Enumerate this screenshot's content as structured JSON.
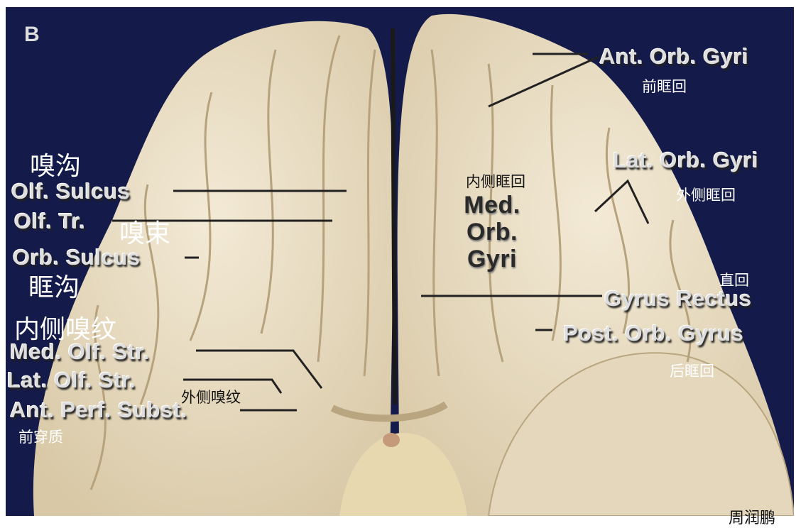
{
  "panel_letter": "B",
  "labels_en": {
    "ant_orb_gyri": "Ant. Orb. Gyri",
    "lat_orb_gyri": "Lat. Orb. Gyri",
    "med_orb_gyri": [
      "Med.",
      "Orb.",
      "Gyri"
    ],
    "gyrus_rectus": "Gyrus Rectus",
    "post_orb_gyrus": "Post. Orb. Gyrus",
    "olf_sulcus": "Olf. Sulcus",
    "olf_tr": "Olf. Tr.",
    "orb_sulcus": "Orb. Sulcus",
    "med_olf_str": "Med. Olf. Str.",
    "lat_olf_str": "Lat. Olf. Str.",
    "ant_perf_subst": "Ant. Perf. Subst."
  },
  "labels_cn": {
    "ant_orb_gyri": "前眶回",
    "lat_orb_gyri": "外侧眶回",
    "med_orb_gyri": "内侧眶回",
    "gyrus_rectus": "直回",
    "post_orb_gyrus": "后眶回",
    "olf_sulcus": "嗅沟",
    "olf_tr": "嗅束",
    "orb_sulcus": "眶沟",
    "med_olf_str": "内侧嗅纹",
    "lat_olf_str": "外侧嗅纹",
    "ant_perf_subst": "前穿质"
  },
  "watermark": "周润鹏",
  "colors": {
    "background": "#141a4a",
    "brain": "#e9dec6"
  }
}
